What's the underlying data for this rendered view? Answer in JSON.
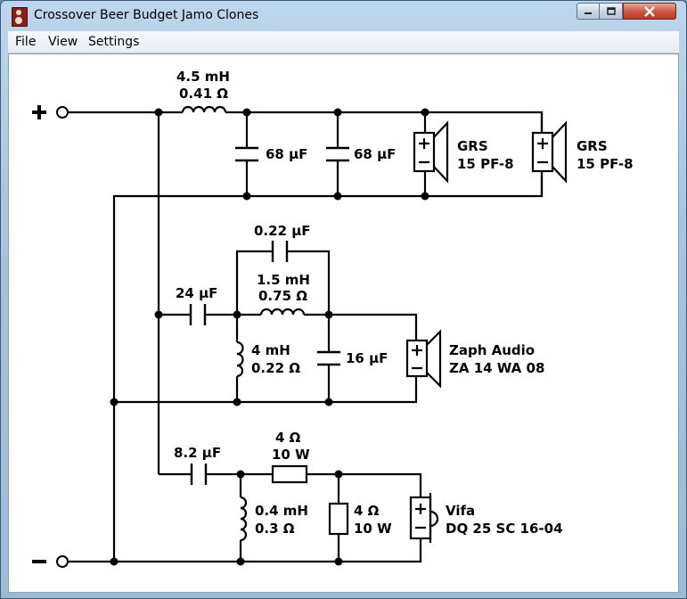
{
  "window": {
    "title": "Crossover Beer Budget Jamo Clones",
    "minimize_icon": "minimize-icon",
    "maximize_icon": "maximize-icon",
    "close_icon": "close-icon"
  },
  "menu": [
    "File",
    "View",
    "Settings"
  ],
  "schematic": {
    "plus_terminal": "+",
    "minus_terminal": "−",
    "l1": {
      "inductance": "4.5 mH",
      "resistance": "0.41 Ω"
    },
    "c1": "68 µF",
    "c2": "68 µF",
    "woofer1": {
      "brand": "GRS",
      "model": "15 PF-8"
    },
    "woofer2": {
      "brand": "GRS",
      "model": "15 PF-8"
    },
    "c3": "0.22 µF",
    "l2": {
      "inductance": "1.5 mH",
      "resistance": "0.75 Ω"
    },
    "c4": "24 µF",
    "l3": {
      "inductance": "4 mH",
      "resistance": "0.22 Ω"
    },
    "c5": "16 µF",
    "midrange": {
      "brand": "Zaph Audio",
      "model": "ZA 14 WA 08"
    },
    "c6": "8.2 µF",
    "r1": {
      "resistance": "4 Ω",
      "power": "10 W"
    },
    "l4": {
      "inductance": "0.4 mH",
      "resistance": "0.3 Ω"
    },
    "r2": {
      "resistance": "4 Ω",
      "power": "10 W"
    },
    "tweeter": {
      "brand": "Vifa",
      "model": "DQ 25 SC 16-04"
    }
  }
}
